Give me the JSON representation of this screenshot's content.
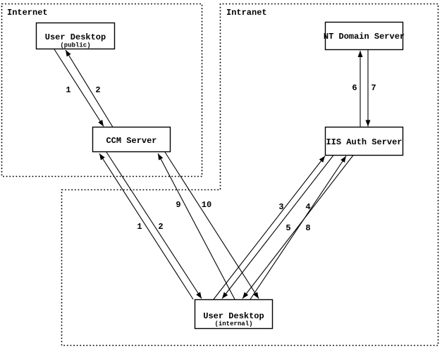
{
  "colors": {
    "ink": "#000000",
    "background": "#ffffff"
  },
  "zones": {
    "internet": {
      "label": "Internet"
    },
    "intranet": {
      "label": "Intranet"
    }
  },
  "nodes": {
    "user_desktop_public": {
      "label": "User Desktop",
      "sublabel": "(public)"
    },
    "ccm_server": {
      "label": "CCM Server"
    },
    "nt_domain_server": {
      "label": "NT Domain Server"
    },
    "iis_auth_server": {
      "label": "IIS Auth Server"
    },
    "user_desktop_internal": {
      "label": "User Desktop",
      "sublabel": "(internal)"
    }
  },
  "flow_labels": {
    "public_to_ccm": "1",
    "ccm_to_public": "2",
    "internal_to_ccm_a": "1",
    "ccm_to_internal_a": "2",
    "internal_to_iis_a": "3",
    "iis_to_internal_a": "4",
    "internal_to_iis_b": "5",
    "iis_to_nt_domain": "6",
    "nt_domain_to_iis": "7",
    "iis_to_internal_b": "8",
    "internal_to_ccm_b": "9",
    "ccm_to_internal_b": "10"
  }
}
